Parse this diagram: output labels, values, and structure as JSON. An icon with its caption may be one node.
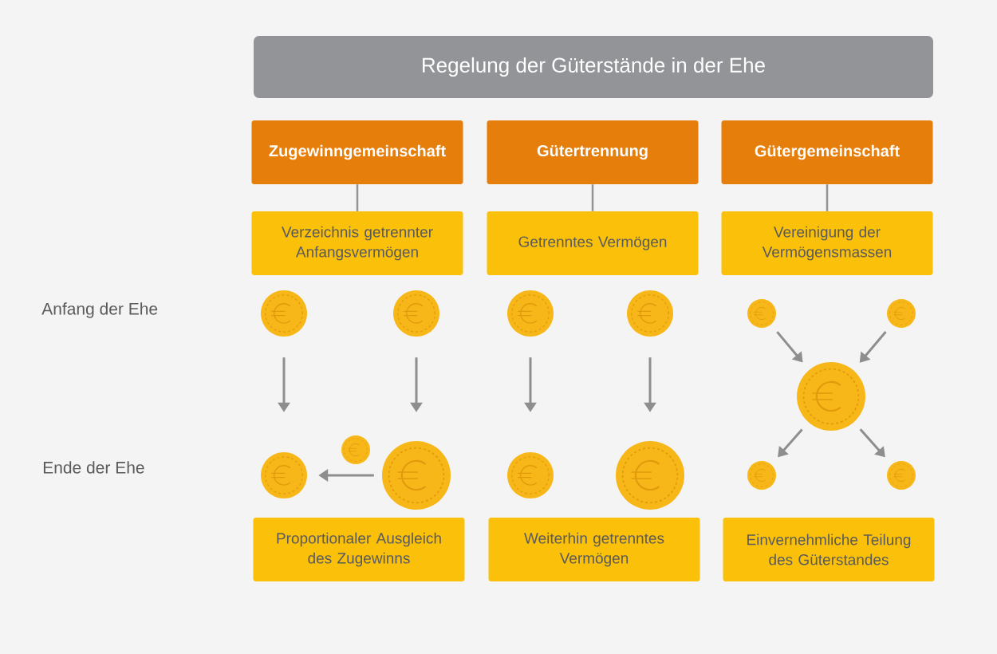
{
  "diagram": {
    "nodes": [
      {
        "text": [
          "Regelung der Güterstände in der Ehe"
        ]
      },
      {
        "text": [
          "Zugewinngemeinschaft"
        ]
      },
      {
        "text": [
          "Gütertrennung"
        ]
      },
      {
        "text": [
          "Gütergemeinschaft"
        ]
      },
      {
        "text": [
          "Verzeichnis getrennter Anfangsvermögen"
        ]
      },
      {
        "text": [
          "Getrenntes Vermögen"
        ]
      },
      {
        "text": [
          "Vereinigung der Vermögensmassen"
        ]
      },
      {
        "text": [],
        "shape": "circle"
      },
      {
        "text": [],
        "shape": "circle"
      },
      {
        "text": [],
        "shape": "circle"
      },
      {
        "text": [],
        "shape": "circle"
      },
      {
        "text": [],
        "shape": "circle"
      },
      {
        "text": [],
        "shape": "circle"
      },
      {
        "text": [],
        "shape": "circle"
      },
      {
        "text": [],
        "shape": "circle"
      },
      {
        "text": [],
        "shape": "circle"
      },
      {
        "text": [],
        "shape": "circle"
      },
      {
        "text": [],
        "shape": "circle"
      },
      {
        "text": [],
        "shape": "circle"
      },
      {
        "text": [],
        "shape": "circle"
      },
      {
        "text": [],
        "shape": "circle"
      },
      {
        "text": [
          "Proportionaler Ausgleich des Zugewinns"
        ]
      },
      {
        "text": [
          "Weiterhin getrenntes Vermögen"
        ]
      },
      {
        "text": [
          "Einvernehmliche Teilung des Güterstandes"
        ]
      }
    ],
    "edges": [
      {
        "from": 1,
        "to": 4,
        "arrow": "none"
      },
      {
        "from": 2,
        "to": 5,
        "arrow": "none"
      },
      {
        "from": 3,
        "to": 6,
        "arrow": "none"
      },
      {
        "from": 7,
        "to": 14,
        "arrow": "to"
      },
      {
        "from": 8,
        "to": 16,
        "arrow": "to"
      },
      {
        "from": 9,
        "to": 17,
        "arrow": "to"
      },
      {
        "from": 10,
        "to": 18,
        "arrow": "to"
      },
      {
        "from": 11,
        "to": 13,
        "arrow": "to"
      },
      {
        "from": 12,
        "to": 13,
        "arrow": "to"
      },
      {
        "from": 13,
        "to": 19,
        "arrow": "to"
      },
      {
        "from": 13,
        "to": 20,
        "arrow": "to"
      },
      {
        "from": 16,
        "to": 14,
        "arrow": "to"
      }
    ],
    "labels": [
      "Anfang der Ehe",
      "Ende der Ehe"
    ]
  }
}
